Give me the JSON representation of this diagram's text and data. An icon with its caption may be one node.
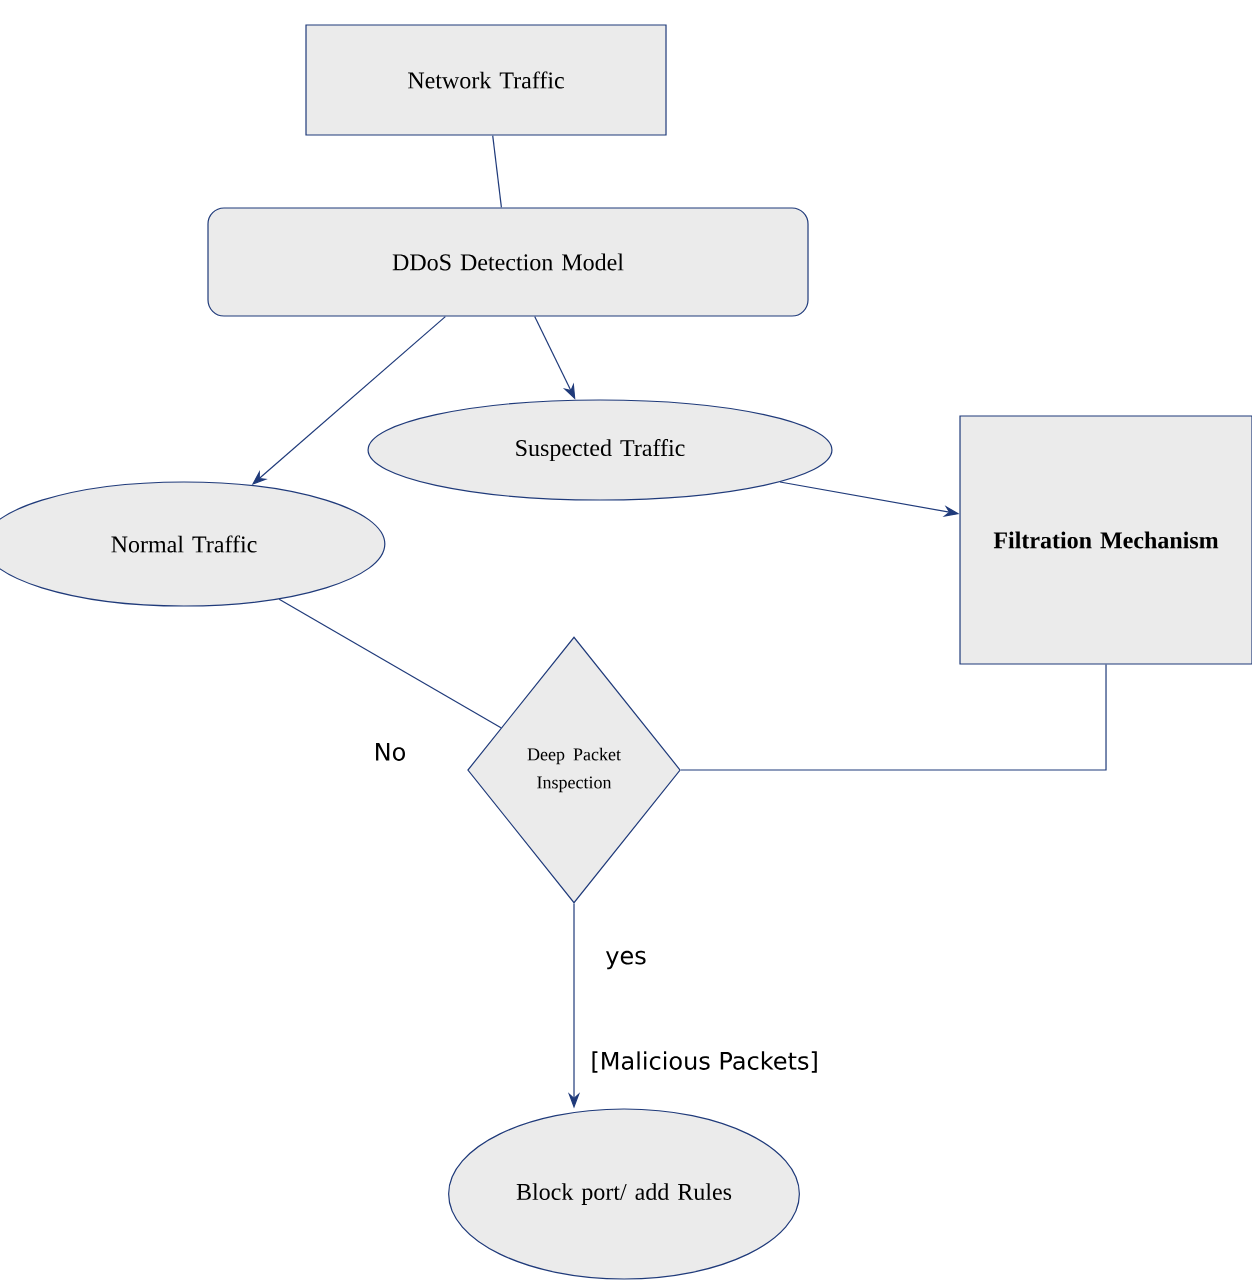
{
  "diagram": {
    "nodes": [
      {
        "text": [
          "Network Traffic"
        ]
      },
      {
        "text": [
          "DDoS Detection Model"
        ]
      },
      {
        "text": [
          "Normal Traffic"
        ]
      },
      {
        "text": [
          "Suspected Traffic"
        ]
      },
      {
        "text": [
          "Filtration Mechanism"
        ]
      },
      {
        "text": [
          "Deep Packet Inspection"
        ]
      },
      {
        "text": [
          "Block port/ add Rules"
        ]
      }
    ],
    "edges": [
      {
        "from": 0,
        "to": 1,
        "arrow": "none"
      },
      {
        "from": 1,
        "to": 2,
        "arrow": "to"
      },
      {
        "from": 1,
        "to": 3,
        "arrow": "to"
      },
      {
        "from": 3,
        "to": 4,
        "arrow": "to"
      },
      {
        "from": 4,
        "to": 5,
        "arrow": "none"
      },
      {
        "from": 2,
        "to": 5,
        "arrow": "none",
        "label": "No"
      },
      {
        "from": 5,
        "to": 6,
        "arrow": "to",
        "label": "yes"
      }
    ],
    "labels": [
      "[Malicious Packets]"
    ]
  }
}
